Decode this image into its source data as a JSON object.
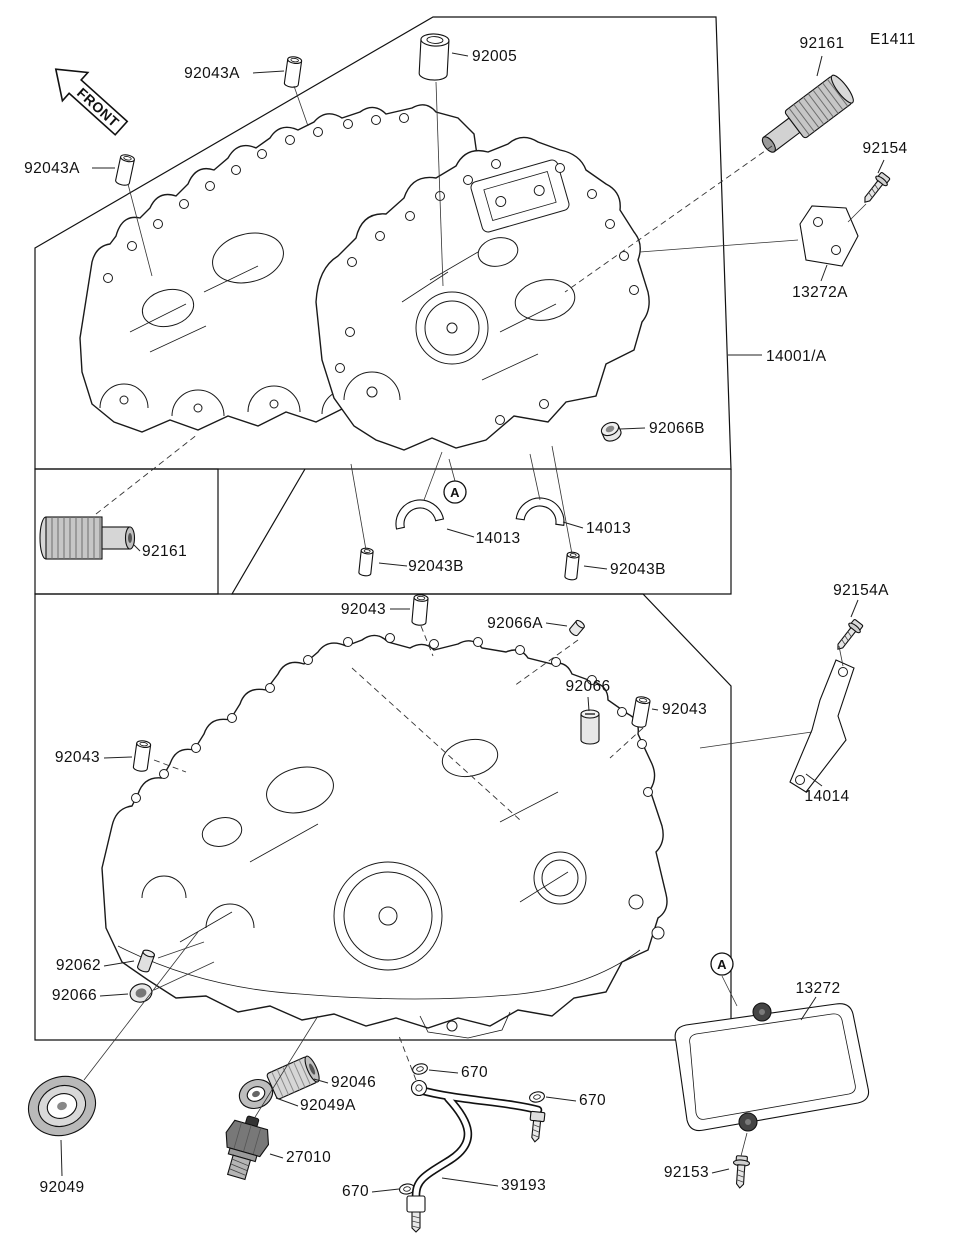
{
  "page": {
    "code": "E1411"
  },
  "front_marker": "FRONT",
  "section_marker": "A",
  "callouts": [
    "92043A",
    "92005",
    "92161",
    "92154",
    "13272A",
    "14001/A",
    "92043A",
    "92066B",
    "14013",
    "14013",
    "92043B",
    "92043B",
    "92161",
    "92043",
    "92066A",
    "92066",
    "92043",
    "92154A",
    "14014",
    "92043",
    "92062",
    "92066",
    "92046",
    "92049A",
    "27010",
    "92049",
    "670",
    "670",
    "670",
    "39193",
    "13272",
    "92153"
  ]
}
